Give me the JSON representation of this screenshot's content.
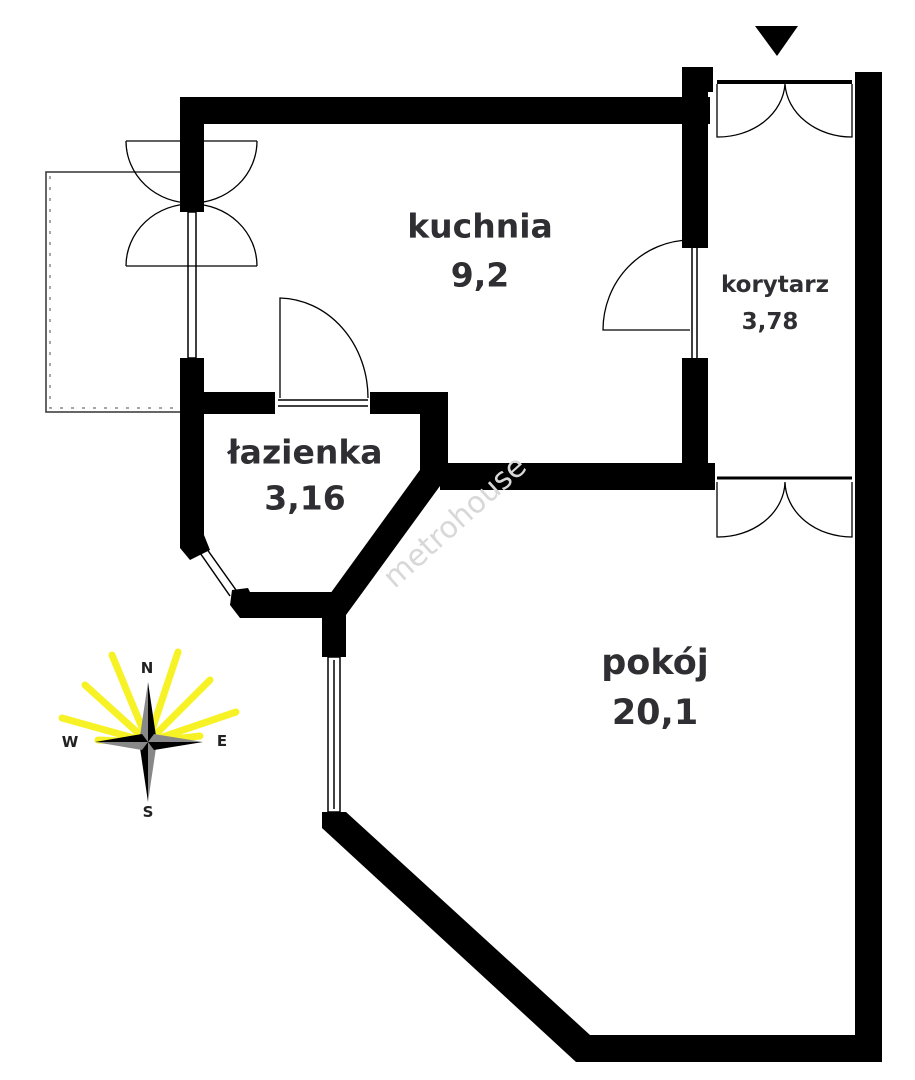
{
  "rooms": {
    "kuchnia": {
      "name": "kuchnia",
      "area": "9,2"
    },
    "korytarz": {
      "name": "korytarz",
      "area": "3,78"
    },
    "lazienka": {
      "name": "łazienka",
      "area": "3,16"
    },
    "pokoj": {
      "name": "pokój",
      "area": "20,1"
    }
  },
  "compass": {
    "n": "N",
    "s": "S",
    "e": "E",
    "w": "W",
    "ray_color": "#f5f000"
  },
  "watermark": "metrohouse",
  "colors": {
    "wall": "#000000",
    "text": "#2e2e33"
  }
}
